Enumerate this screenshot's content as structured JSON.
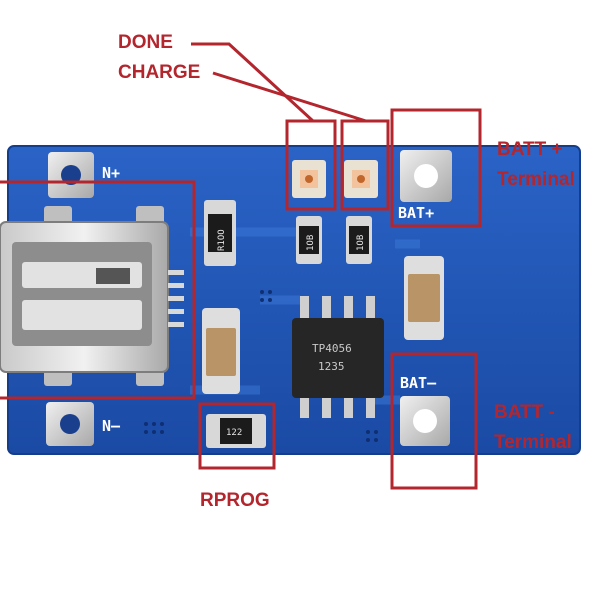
{
  "annotations": {
    "done": "DONE",
    "charge": "CHARGE",
    "batt_plus_line1": "BATT +",
    "batt_plus_line2": "Terminal",
    "batt_minus_line1": "BATT -",
    "batt_minus_line2": "Terminal",
    "rprog": "RPROG"
  },
  "silkscreen": {
    "n_plus": "N+",
    "n_minus": "N–",
    "bat_plus": "BAT+",
    "bat_minus": "BAT–"
  },
  "components": {
    "chip_line1": "TP4056",
    "chip_line2": "1235",
    "resistor_r1": "R1OO",
    "resistor_led1": "1OB",
    "resistor_led2": "1OB",
    "resistor_prog": "122"
  },
  "colors": {
    "annotation": "#b3262e",
    "pcb": "#1f56b8",
    "pads": "#d0d0d0"
  }
}
